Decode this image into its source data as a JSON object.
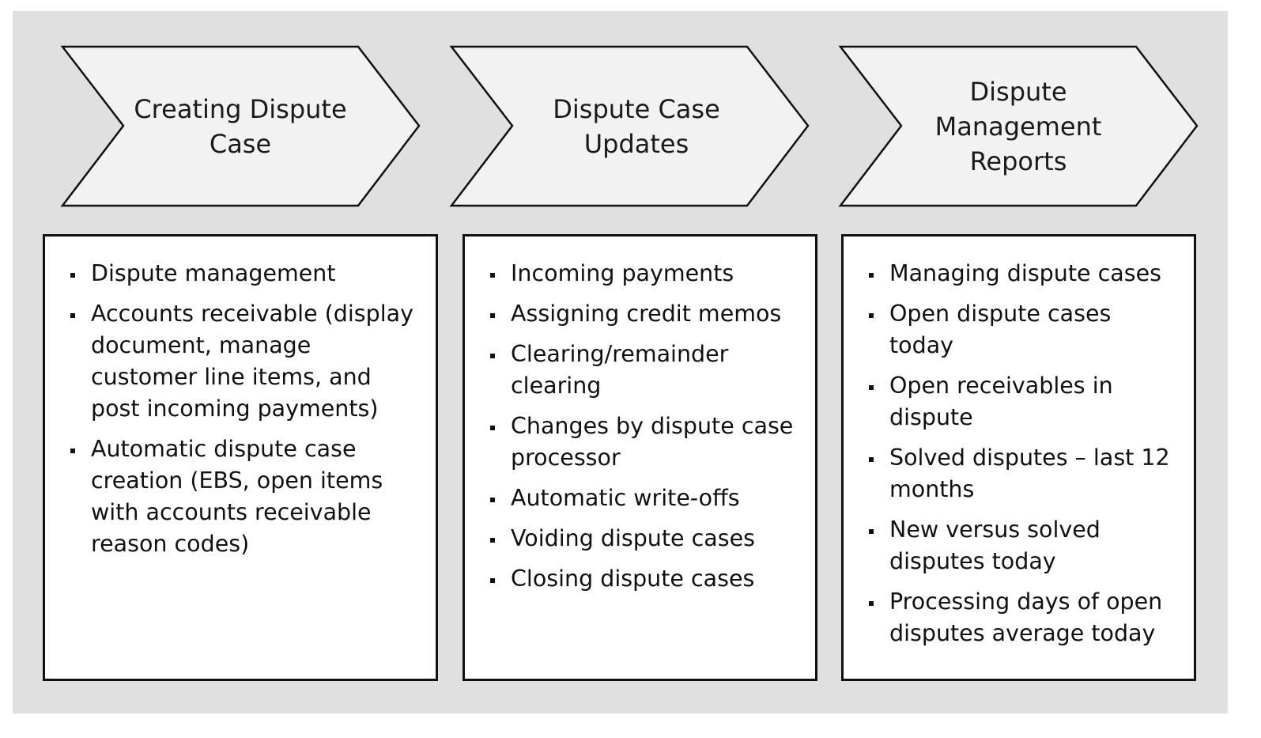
{
  "columns": [
    {
      "title": "Creating Dispute Case",
      "items": [
        "Dispute management",
        "Accounts receivable (display document, manage customer line items, and post incoming payments)",
        "Automatic dispute case creation (EBS, open items with accounts receivable reason codes)"
      ]
    },
    {
      "title": "Dispute Case Updates",
      "items": [
        "Incoming payments",
        "Assigning credit memos",
        "Clearing/remainder clearing",
        "Changes by dispute case processor",
        "Automatic write-offs",
        "Voiding dispute cases",
        "Closing dispute cases"
      ]
    },
    {
      "title": "Dispute Management Reports",
      "items": [
        "Managing dispute cases",
        "Open dispute cases today",
        "Open receivables in dispute",
        "Solved disputes – last 12 months",
        "New versus solved disputes today",
        "Processing days of open disputes average today"
      ]
    }
  ],
  "colors": {
    "background_panel": "#e0e0e0",
    "chevron_fill": "#f2f2f2",
    "outline": "#111111"
  }
}
